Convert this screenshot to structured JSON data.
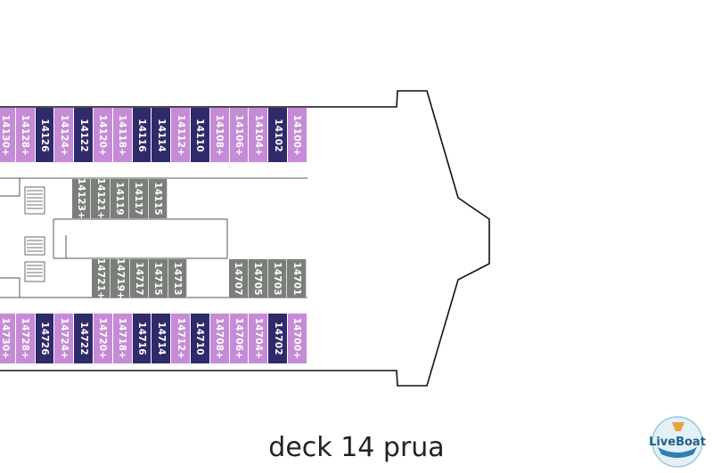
{
  "title": "deck 14 prua",
  "logo_text": "LiveBoat.it",
  "colors": {
    "pink": "#c58bd6",
    "navy": "#2f2a6c",
    "gray": "#7a7f79",
    "outline": "#111111"
  },
  "top_row": [
    {
      "label": "14130+",
      "color": "pink"
    },
    {
      "label": "14128+",
      "color": "pink"
    },
    {
      "label": "14126",
      "color": "navy"
    },
    {
      "label": "14124+",
      "color": "pink"
    },
    {
      "label": "14122",
      "color": "navy"
    },
    {
      "label": "14120+",
      "color": "pink"
    },
    {
      "label": "14118+",
      "color": "pink"
    },
    {
      "label": "14116",
      "color": "navy"
    },
    {
      "label": "14114",
      "color": "navy"
    },
    {
      "label": "14112+",
      "color": "pink"
    },
    {
      "label": "14110",
      "color": "navy"
    },
    {
      "label": "14108+",
      "color": "pink"
    },
    {
      "label": "14106+",
      "color": "pink"
    },
    {
      "label": "14104+",
      "color": "pink"
    },
    {
      "label": "14102",
      "color": "navy"
    },
    {
      "label": "14100+",
      "color": "pink"
    }
  ],
  "bottom_row": [
    {
      "label": "14730+",
      "color": "pink"
    },
    {
      "label": "14728+",
      "color": "pink"
    },
    {
      "label": "14726",
      "color": "navy"
    },
    {
      "label": "14724+",
      "color": "pink"
    },
    {
      "label": "14722",
      "color": "navy"
    },
    {
      "label": "14720+",
      "color": "pink"
    },
    {
      "label": "14718+",
      "color": "pink"
    },
    {
      "label": "14716",
      "color": "navy"
    },
    {
      "label": "14714",
      "color": "navy"
    },
    {
      "label": "14712+",
      "color": "pink"
    },
    {
      "label": "14710",
      "color": "navy"
    },
    {
      "label": "14708+",
      "color": "pink"
    },
    {
      "label": "14706+",
      "color": "pink"
    },
    {
      "label": "14704+",
      "color": "pink"
    },
    {
      "label": "14702",
      "color": "navy"
    },
    {
      "label": "14700+",
      "color": "pink"
    }
  ],
  "inner_top": [
    "14123+",
    "14121+",
    "14119",
    "14117",
    "14115"
  ],
  "inner_bottom_left": [
    "14721+",
    "14719+",
    "14717",
    "14715",
    "14713"
  ],
  "inner_bottom_right": [
    "14707",
    "14705",
    "14703",
    "14701"
  ]
}
